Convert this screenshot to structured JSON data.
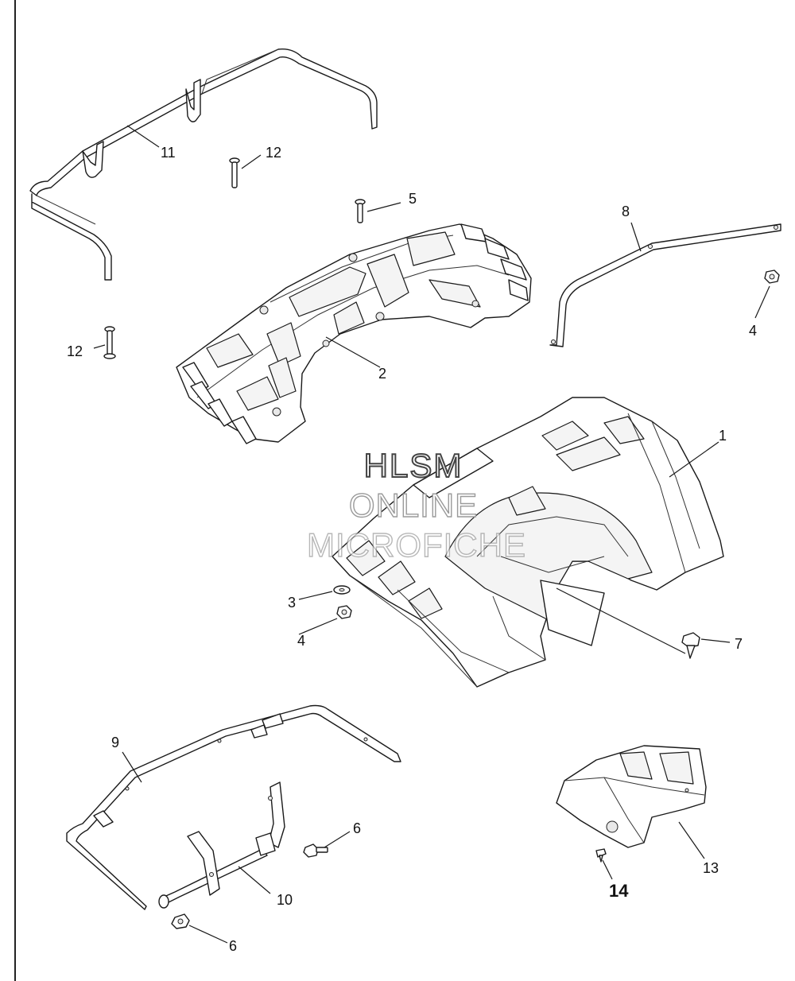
{
  "callouts": {
    "c1": "1",
    "c2": "2",
    "c3": "3",
    "c4a": "4",
    "c4b": "4",
    "c5": "5",
    "c6a": "6",
    "c6b": "6",
    "c7": "7",
    "c8": "8",
    "c9": "9",
    "c10": "10",
    "c11": "11",
    "c12a": "12",
    "c12b": "12",
    "c13": "13",
    "c14": "14"
  },
  "watermark": {
    "line1": "HLSM",
    "line2": "ONLINE",
    "line3": "MICROFICHE"
  }
}
